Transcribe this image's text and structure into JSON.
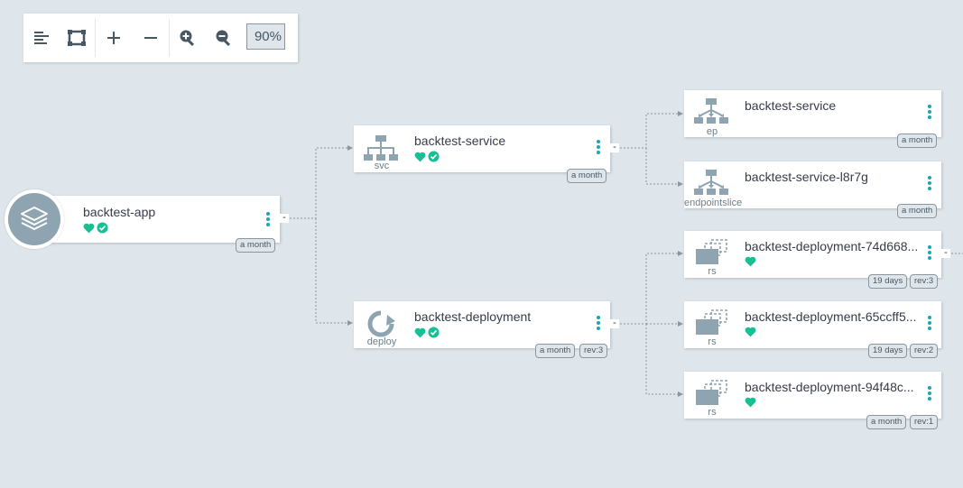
{
  "toolbar": {
    "zoom_level": "90%",
    "icons": [
      "list-view-icon",
      "fit-to-screen-icon",
      "expand-icon",
      "collapse-icon",
      "zoom-in-icon",
      "zoom-out-icon"
    ]
  },
  "colors": {
    "background": "#dee6eb",
    "healthy": "#18be94",
    "icon_gray": "#8fa4b1",
    "menu_dots": "#1aa6b4"
  },
  "nodes": {
    "app": {
      "name": "backtest-app",
      "age": "a month"
    },
    "svc": {
      "name": "backtest-service",
      "kind": "svc",
      "age": "a month"
    },
    "deploy": {
      "name": "backtest-deployment",
      "kind": "deploy",
      "age": "a month",
      "rev": "rev:3"
    },
    "ep": {
      "name": "backtest-service",
      "kind": "ep",
      "age": "a month"
    },
    "eps": {
      "name": "backtest-service-l8r7g",
      "kind": "endpointslice",
      "age": "a month"
    },
    "rs1": {
      "name": "backtest-deployment-74d668...",
      "kind": "rs",
      "age": "19 days",
      "rev": "rev:3"
    },
    "rs2": {
      "name": "backtest-deployment-65ccff5...",
      "kind": "rs",
      "age": "19 days",
      "rev": "rev:2"
    },
    "rs3": {
      "name": "backtest-deployment-94f48c...",
      "kind": "rs",
      "age": "a month",
      "rev": "rev:1"
    }
  },
  "collapse_symbol": "-"
}
